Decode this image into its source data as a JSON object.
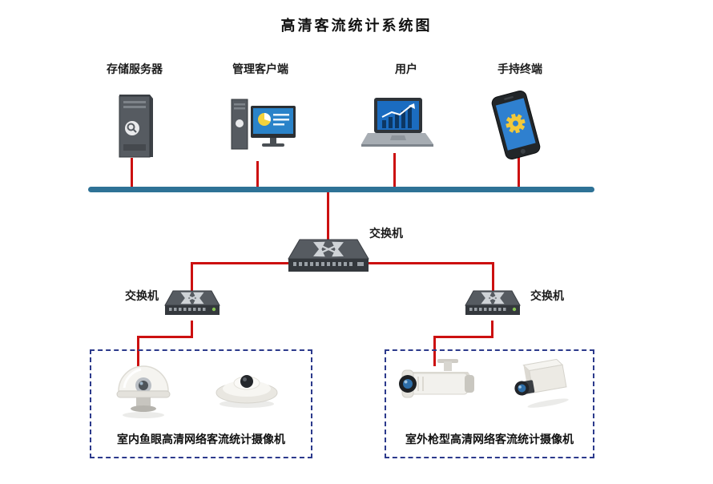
{
  "title": "高清客流统计系统图",
  "top_devices": [
    {
      "id": "storage-server",
      "label": "存储服务器"
    },
    {
      "id": "management-client",
      "label": "管理客户端"
    },
    {
      "id": "user",
      "label": "用户"
    },
    {
      "id": "handheld-terminal",
      "label": "手持终端"
    }
  ],
  "switches": {
    "core": {
      "label": "交换机"
    },
    "left": {
      "label": "交换机"
    },
    "right": {
      "label": "交换机"
    }
  },
  "camera_groups": [
    {
      "id": "indoor-fisheye",
      "label": "室内鱼眼高清网络客流统计摄像机",
      "cameras": [
        "dome-camera",
        "fisheye-camera"
      ]
    },
    {
      "id": "outdoor-bullet",
      "label": "室外枪型高清网络客流统计摄像机",
      "cameras": [
        "bullet-camera",
        "box-camera"
      ]
    }
  ],
  "colors": {
    "bus_line": "#2e7296",
    "link_line": "#cc1010",
    "dashed_border": "#2c3a8c"
  }
}
